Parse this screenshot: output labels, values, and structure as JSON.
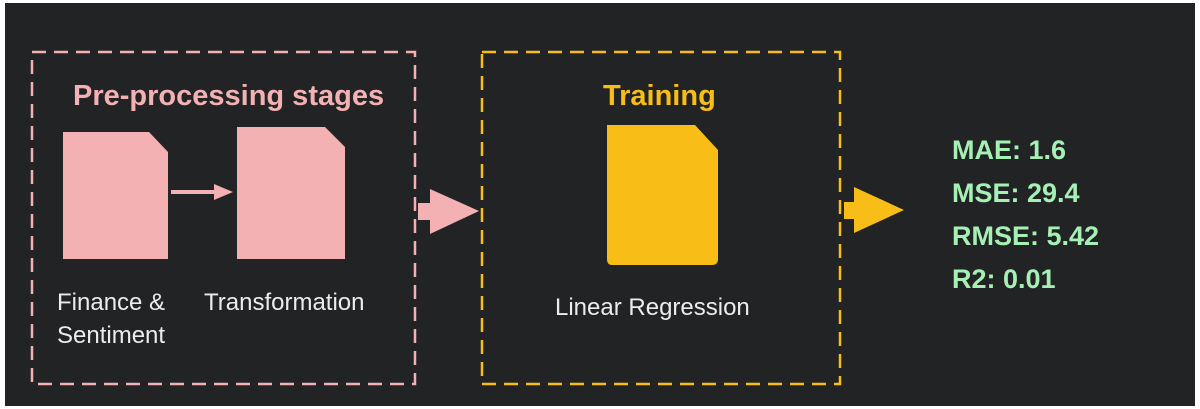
{
  "preprocessing": {
    "title": "Pre-processing stages",
    "steps": [
      {
        "label_lines": [
          "Finance &",
          "Sentiment"
        ]
      },
      {
        "label_lines": [
          "Transformation"
        ]
      }
    ]
  },
  "training": {
    "title": "Training",
    "model_label": "Linear Regression"
  },
  "metrics": [
    "MAE: 1.6",
    "MSE: 29.4",
    "RMSE: 5.42",
    "R2: 0.01"
  ],
  "colors": {
    "background": "#212325",
    "preprocessing": "#f4b1b4",
    "training": "#f9bd18",
    "metrics": "#a6f0b5",
    "caption": "#ececec"
  }
}
